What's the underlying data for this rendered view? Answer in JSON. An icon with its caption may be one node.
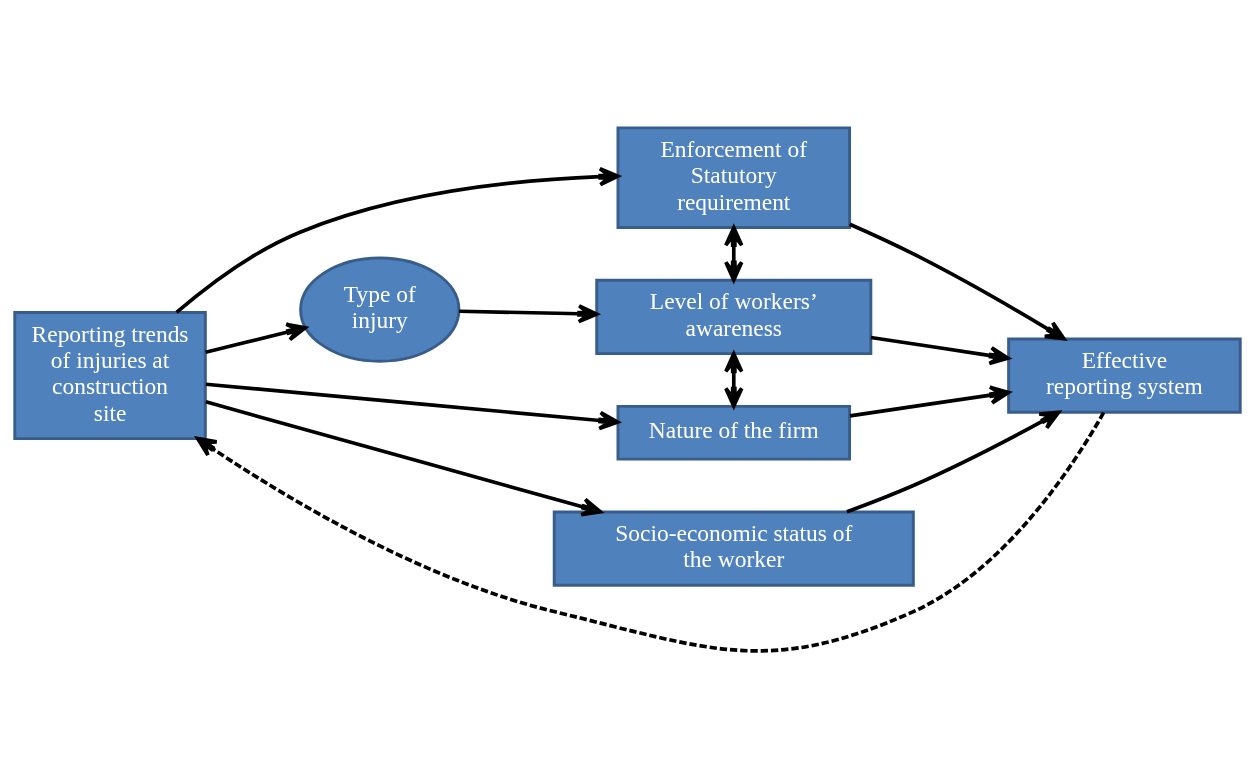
{
  "diagram": {
    "nodes": [
      {
        "text": [
          "Reporting trends of injuries at construction site"
        ]
      },
      {
        "text": [
          "Enforcement of Statutory requirement"
        ]
      },
      {
        "text": [
          "Type of injury"
        ]
      },
      {
        "text": [
          "Level of workers’ awareness"
        ]
      },
      {
        "text": [
          "Nature of the firm"
        ]
      },
      {
        "text": [
          "Effective reporting system"
        ]
      },
      {
        "text": [
          "Socio-economic status of the worker"
        ]
      }
    ],
    "edges": [
      {
        "from": 0,
        "to": 1,
        "arrow": "to"
      },
      {
        "from": 0,
        "to": 2,
        "arrow": "to"
      },
      {
        "from": 2,
        "to": 3,
        "arrow": "to"
      },
      {
        "from": 0,
        "to": 4,
        "arrow": "to"
      },
      {
        "from": 0,
        "to": 6,
        "arrow": "to"
      },
      {
        "from": 1,
        "to": 3,
        "arrow": "both"
      },
      {
        "from": 3,
        "to": 4,
        "arrow": "both"
      },
      {
        "from": 1,
        "to": 5,
        "arrow": "to"
      },
      {
        "from": 3,
        "to": 5,
        "arrow": "to"
      },
      {
        "from": 4,
        "to": 5,
        "arrow": "to"
      },
      {
        "from": 6,
        "to": 5,
        "arrow": "to"
      },
      {
        "from": 5,
        "to": 0,
        "arrow": "to",
        "style": "dashed"
      }
    ]
  }
}
